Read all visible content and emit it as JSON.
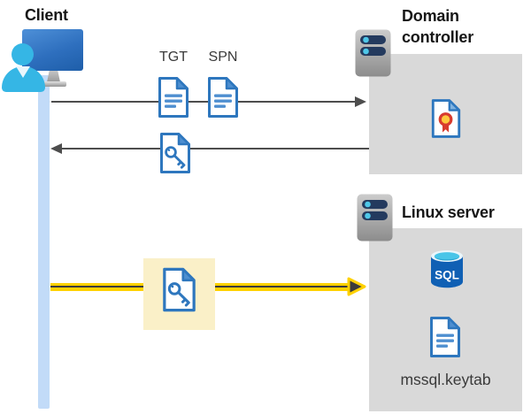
{
  "client": {
    "title": "Client"
  },
  "flows": {
    "tgt_label": "TGT",
    "spn_label": "SPN"
  },
  "domain_controller": {
    "title": "Domain controller"
  },
  "linux_server": {
    "title": "Linux server",
    "sql_icon_label": "SQL",
    "keytab_filename": "mssql.keytab"
  },
  "icons": {
    "client": "user-computer-icon",
    "lifeline": "client-lifeline-bar",
    "tgt": "document-icon",
    "spn": "document-icon",
    "service_ticket": "key-document-icon",
    "highlighted_key": "key-document-icon",
    "domain_controller": "server-icon",
    "certificate": "certificate-document-icon",
    "linux_server": "server-icon",
    "sql": "sql-database-icon",
    "keytab": "document-icon"
  },
  "colors": {
    "accent_blue": "#2e77be",
    "doc_fill_blue": "#4e8fd0",
    "panel_gray": "#d9d9d9",
    "lifeline_blue": "#c2dbf8",
    "arrow_gray": "#4d4d4d",
    "highlight_yellow_bg": "#faf0c8",
    "arrow_yellow": "#ffd100",
    "arrow_core_dark": "#3c3c3c",
    "sql_body_blue": "#1060b4",
    "sql_top_cyan": "#49c5e8",
    "person_cyan": "#35b6e5",
    "server_pill_navy": "#243a5e",
    "server_dot_cyan": "#4fc7e8",
    "cert_red": "#d83b2d",
    "cert_gold": "#ffc83d"
  }
}
